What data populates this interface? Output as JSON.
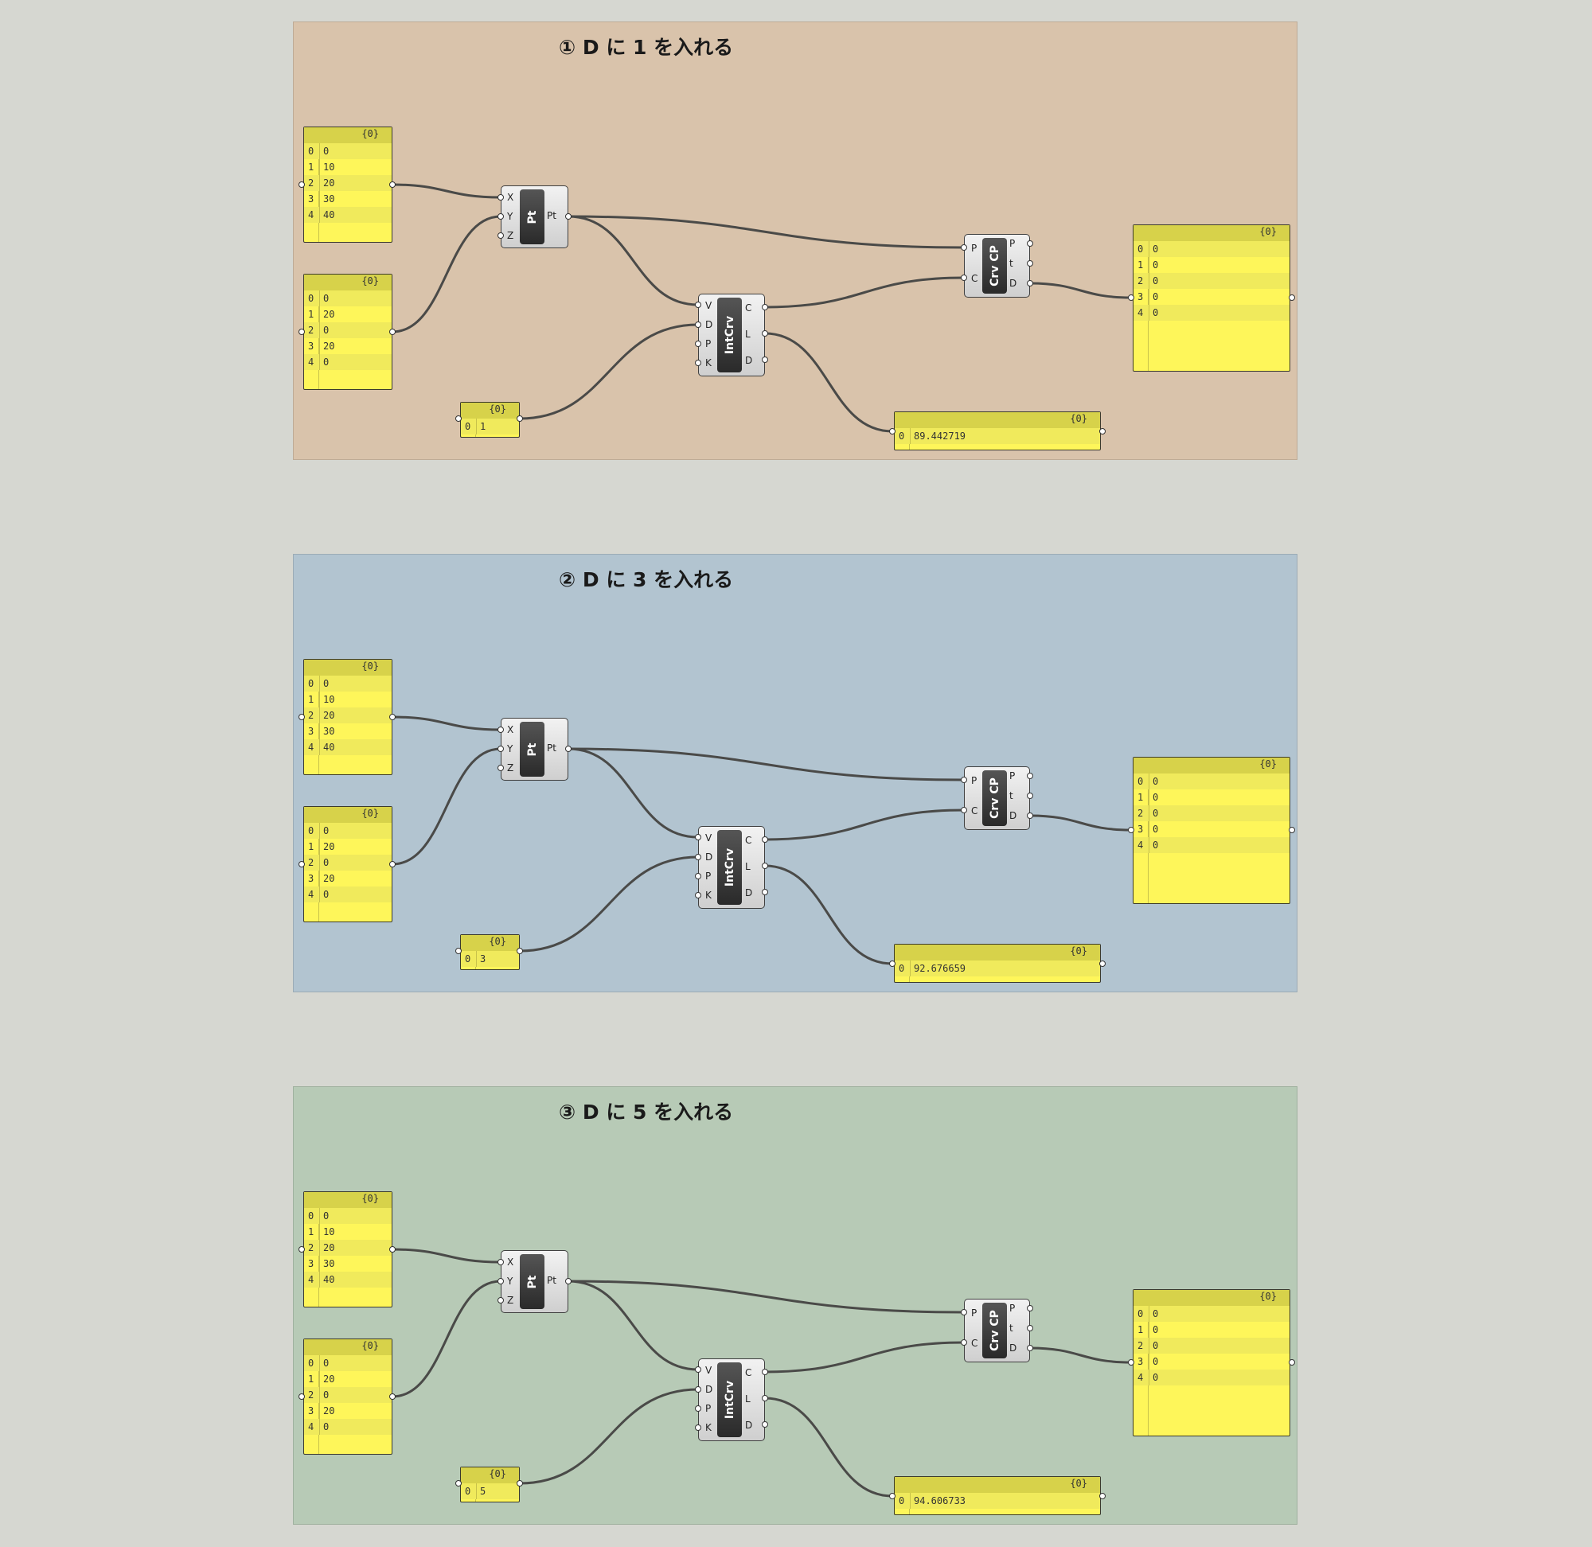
{
  "colors": {
    "group_1": "#d9c3ab",
    "group_2": "#b2c4d0",
    "group_3": "#b7cab6",
    "panel": "#fef65a",
    "panel_header": "#d7d24a",
    "wire": "#4a4a48"
  },
  "groups": [
    {
      "title": "① D に 1 を入れる",
      "x_panel": {
        "path": "{0}",
        "rows": [
          [
            "0",
            "0"
          ],
          [
            "1",
            "10"
          ],
          [
            "2",
            "20"
          ],
          [
            "3",
            "30"
          ],
          [
            "4",
            "40"
          ]
        ]
      },
      "y_panel": {
        "path": "{0}",
        "rows": [
          [
            "0",
            "0"
          ],
          [
            "1",
            "20"
          ],
          [
            "2",
            "0"
          ],
          [
            "3",
            "20"
          ],
          [
            "4",
            "0"
          ]
        ]
      },
      "degree_panel": {
        "path": "{0}",
        "rows": [
          [
            "0",
            "1"
          ]
        ]
      },
      "length_panel": {
        "path": "{0}",
        "rows": [
          [
            "0",
            "89.442719"
          ]
        ]
      },
      "distance_panel": {
        "path": "{0}",
        "rows": [
          [
            "0",
            "0"
          ],
          [
            "1",
            "0"
          ],
          [
            "2",
            "0"
          ],
          [
            "3",
            "0"
          ],
          [
            "4",
            "0"
          ]
        ]
      },
      "pt": {
        "name": "Pt",
        "inputs": [
          "X",
          "Y",
          "Z"
        ],
        "output": "Pt"
      },
      "intcrv": {
        "name": "IntCrv",
        "inputs": [
          "V",
          "D",
          "P",
          "K"
        ],
        "outputs": [
          "C",
          "L",
          "D"
        ]
      },
      "crvcp": {
        "name": "Crv CP",
        "inputs": [
          "P",
          "C"
        ],
        "outputs": [
          "P",
          "t",
          "D"
        ]
      }
    },
    {
      "title": "② D に 3 を入れる",
      "x_panel": {
        "path": "{0}",
        "rows": [
          [
            "0",
            "0"
          ],
          [
            "1",
            "10"
          ],
          [
            "2",
            "20"
          ],
          [
            "3",
            "30"
          ],
          [
            "4",
            "40"
          ]
        ]
      },
      "y_panel": {
        "path": "{0}",
        "rows": [
          [
            "0",
            "0"
          ],
          [
            "1",
            "20"
          ],
          [
            "2",
            "0"
          ],
          [
            "3",
            "20"
          ],
          [
            "4",
            "0"
          ]
        ]
      },
      "degree_panel": {
        "path": "{0}",
        "rows": [
          [
            "0",
            "3"
          ]
        ]
      },
      "length_panel": {
        "path": "{0}",
        "rows": [
          [
            "0",
            "92.676659"
          ]
        ]
      },
      "distance_panel": {
        "path": "{0}",
        "rows": [
          [
            "0",
            "0"
          ],
          [
            "1",
            "0"
          ],
          [
            "2",
            "0"
          ],
          [
            "3",
            "0"
          ],
          [
            "4",
            "0"
          ]
        ]
      },
      "pt": {
        "name": "Pt",
        "inputs": [
          "X",
          "Y",
          "Z"
        ],
        "output": "Pt"
      },
      "intcrv": {
        "name": "IntCrv",
        "inputs": [
          "V",
          "D",
          "P",
          "K"
        ],
        "outputs": [
          "C",
          "L",
          "D"
        ]
      },
      "crvcp": {
        "name": "Crv CP",
        "inputs": [
          "P",
          "C"
        ],
        "outputs": [
          "P",
          "t",
          "D"
        ]
      }
    },
    {
      "title": "③ D に 5 を入れる",
      "x_panel": {
        "path": "{0}",
        "rows": [
          [
            "0",
            "0"
          ],
          [
            "1",
            "10"
          ],
          [
            "2",
            "20"
          ],
          [
            "3",
            "30"
          ],
          [
            "4",
            "40"
          ]
        ]
      },
      "y_panel": {
        "path": "{0}",
        "rows": [
          [
            "0",
            "0"
          ],
          [
            "1",
            "20"
          ],
          [
            "2",
            "0"
          ],
          [
            "3",
            "20"
          ],
          [
            "4",
            "0"
          ]
        ]
      },
      "degree_panel": {
        "path": "{0}",
        "rows": [
          [
            "0",
            "5"
          ]
        ]
      },
      "length_panel": {
        "path": "{0}",
        "rows": [
          [
            "0",
            "94.606733"
          ]
        ]
      },
      "distance_panel": {
        "path": "{0}",
        "rows": [
          [
            "0",
            "0"
          ],
          [
            "1",
            "0"
          ],
          [
            "2",
            "0"
          ],
          [
            "3",
            "0"
          ],
          [
            "4",
            "0"
          ]
        ]
      },
      "pt": {
        "name": "Pt",
        "inputs": [
          "X",
          "Y",
          "Z"
        ],
        "output": "Pt"
      },
      "intcrv": {
        "name": "IntCrv",
        "inputs": [
          "V",
          "D",
          "P",
          "K"
        ],
        "outputs": [
          "C",
          "L",
          "D"
        ]
      },
      "crvcp": {
        "name": "Crv CP",
        "inputs": [
          "P",
          "C"
        ],
        "outputs": [
          "P",
          "t",
          "D"
        ]
      }
    }
  ]
}
